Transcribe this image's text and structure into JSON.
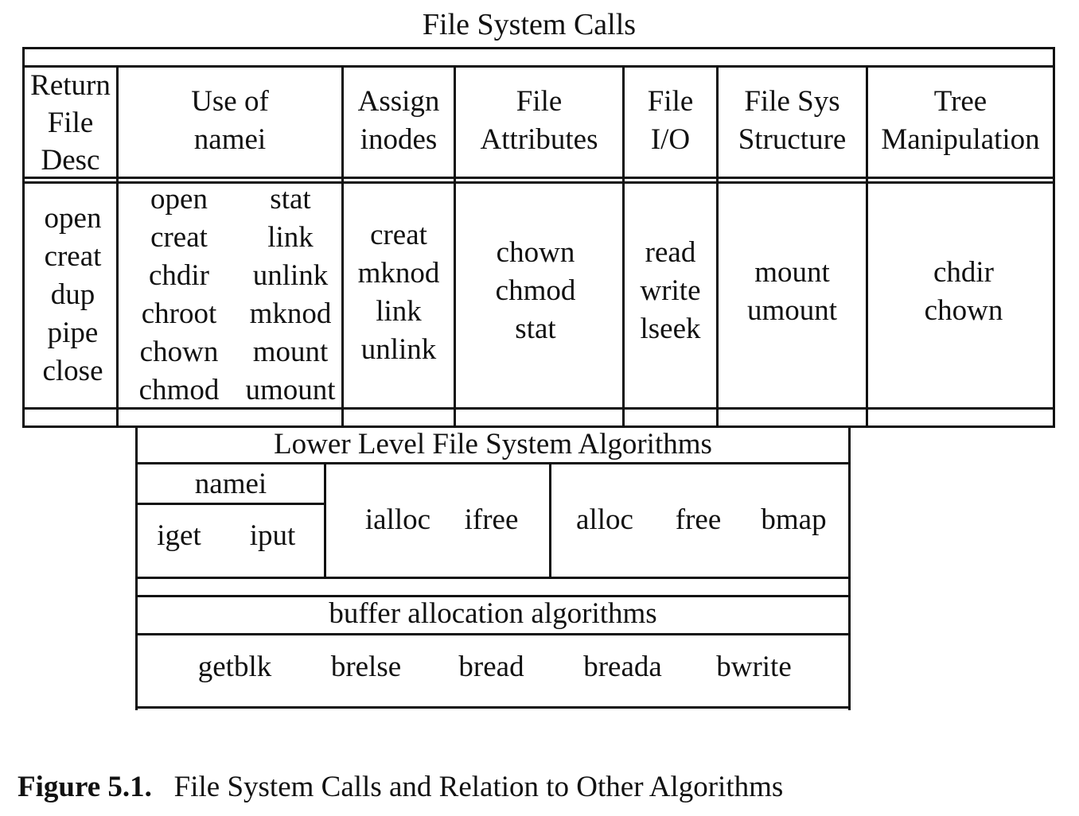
{
  "title": "File System Calls",
  "columns": [
    {
      "header": [
        "Return",
        "File",
        "Desc"
      ],
      "items": [
        "open",
        "creat",
        "dup",
        "pipe",
        "close"
      ]
    },
    {
      "header": [
        "Use of",
        "namei"
      ],
      "items_left": [
        "open",
        "creat",
        "chdir",
        "chroot",
        "chown",
        "chmod"
      ],
      "items_right": [
        "stat",
        "link",
        "unlink",
        "mknod",
        "mount",
        "umount"
      ]
    },
    {
      "header": [
        "Assign",
        "inodes"
      ],
      "items": [
        "creat",
        "mknod",
        "link",
        "unlink"
      ]
    },
    {
      "header": [
        "File",
        "Attributes"
      ],
      "items": [
        "chown",
        "chmod",
        "stat"
      ]
    },
    {
      "header": [
        "File",
        "I/O"
      ],
      "items": [
        "read",
        "write",
        "lseek"
      ]
    },
    {
      "header": [
        "File Sys",
        "Structure"
      ],
      "items": [
        "mount",
        "umount"
      ]
    },
    {
      "header": [
        "Tree",
        "Manipulation"
      ],
      "items": [
        "chdir",
        "chown"
      ]
    }
  ],
  "lower": {
    "title": "Lower Level File System Algorithms",
    "namei": "namei",
    "iget": "iget",
    "iput": "iput",
    "ialloc": "ialloc",
    "ifree": "ifree",
    "alloc": "alloc",
    "free": "free",
    "bmap": "bmap"
  },
  "buffer": {
    "title": "buffer allocation algorithms",
    "items": [
      "getblk",
      "brelse",
      "bread",
      "breada",
      "bwrite"
    ]
  },
  "caption": {
    "label": "Figure 5.1.",
    "text": "File System Calls and Relation to Other Algorithms"
  }
}
